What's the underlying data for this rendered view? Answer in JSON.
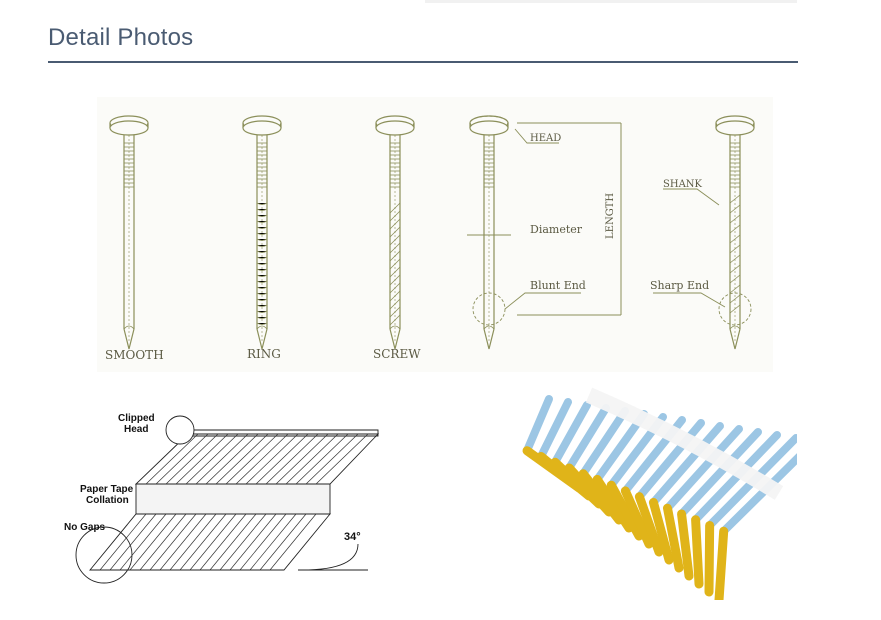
{
  "section": {
    "title": "Detail Photos"
  },
  "nail_diagram": {
    "nail_types": [
      "SMOOTH",
      "RING",
      "SCREW"
    ],
    "parts": {
      "head": "HEAD",
      "diameter": "Diameter",
      "length": "LENGTH",
      "blunt_end": "Blunt End",
      "shank": "SHANK",
      "sharp_end": "Sharp End"
    }
  },
  "collation_diagram": {
    "clipped_head_line1": "Clipped",
    "clipped_head_line2": "Head",
    "paper_tape_line1": "Paper Tape",
    "paper_tape_line2": "Collation",
    "no_gaps": "No Gaps",
    "angle": "34°"
  },
  "colors": {
    "title": "#4a5b72",
    "rule": "#4a5b72",
    "line_art": "#8b8f5a",
    "gold": "#e0b419",
    "zinc": "#9cc6e4",
    "tape": "#f4f4f4"
  }
}
